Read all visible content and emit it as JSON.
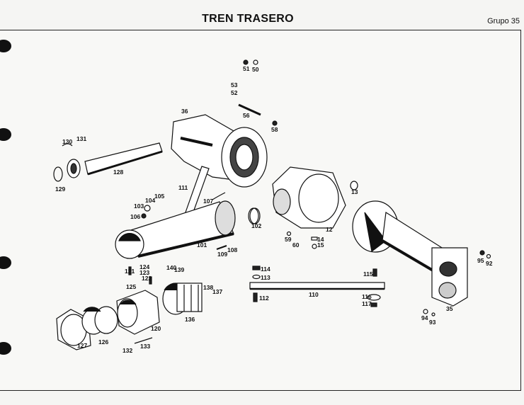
{
  "header": {
    "title": "TREN TRASERO",
    "group": "Grupo 35"
  },
  "parts": [
    {
      "n": "51",
      "name": "part-51"
    },
    {
      "n": "50",
      "name": "part-50"
    },
    {
      "n": "53",
      "name": "part-53"
    },
    {
      "n": "52",
      "name": "part-52"
    },
    {
      "n": "56",
      "name": "part-56"
    },
    {
      "n": "58",
      "name": "part-58"
    },
    {
      "n": "36",
      "name": "part-36"
    },
    {
      "n": "130",
      "name": "part-130"
    },
    {
      "n": "131",
      "name": "part-131"
    },
    {
      "n": "128",
      "name": "part-128"
    },
    {
      "n": "129",
      "name": "part-129"
    },
    {
      "n": "111",
      "name": "part-111"
    },
    {
      "n": "107",
      "name": "part-107"
    },
    {
      "n": "103",
      "name": "part-103"
    },
    {
      "n": "104",
      "name": "part-104"
    },
    {
      "n": "105",
      "name": "part-105"
    },
    {
      "n": "106",
      "name": "part-106"
    },
    {
      "n": "102",
      "name": "part-102"
    },
    {
      "n": "12",
      "name": "part-12"
    },
    {
      "n": "13",
      "name": "part-13"
    },
    {
      "n": "59",
      "name": "part-59"
    },
    {
      "n": "60",
      "name": "part-60"
    },
    {
      "n": "14",
      "name": "part-14"
    },
    {
      "n": "15",
      "name": "part-15"
    },
    {
      "n": "101",
      "name": "part-101"
    },
    {
      "n": "109",
      "name": "part-109"
    },
    {
      "n": "108",
      "name": "part-108"
    },
    {
      "n": "121",
      "name": "part-121"
    },
    {
      "n": "124",
      "name": "part-124"
    },
    {
      "n": "123",
      "name": "part-123"
    },
    {
      "n": "122",
      "name": "part-122"
    },
    {
      "n": "140",
      "name": "part-140"
    },
    {
      "n": "139",
      "name": "part-139"
    },
    {
      "n": "125",
      "name": "part-125"
    },
    {
      "n": "138",
      "name": "part-138"
    },
    {
      "n": "137",
      "name": "part-137"
    },
    {
      "n": "114",
      "name": "part-114"
    },
    {
      "n": "113",
      "name": "part-113"
    },
    {
      "n": "112",
      "name": "part-112"
    },
    {
      "n": "110",
      "name": "part-110"
    },
    {
      "n": "115",
      "name": "part-115"
    },
    {
      "n": "116",
      "name": "part-116"
    },
    {
      "n": "117",
      "name": "part-117"
    },
    {
      "n": "95",
      "name": "part-95"
    },
    {
      "n": "92",
      "name": "part-92"
    },
    {
      "n": "94",
      "name": "part-94"
    },
    {
      "n": "93",
      "name": "part-93"
    },
    {
      "n": "35",
      "name": "part-35"
    },
    {
      "n": "136",
      "name": "part-136"
    },
    {
      "n": "120",
      "name": "part-120"
    },
    {
      "n": "127",
      "name": "part-127"
    },
    {
      "n": "126",
      "name": "part-126"
    },
    {
      "n": "132",
      "name": "part-132"
    },
    {
      "n": "133",
      "name": "part-133"
    }
  ]
}
